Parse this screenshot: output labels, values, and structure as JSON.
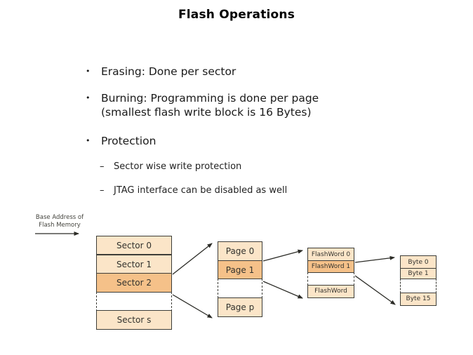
{
  "title": "Flash Operations",
  "glyphs": {
    "bullet": "•",
    "dash": "–"
  },
  "bullets": [
    {
      "level": 1,
      "lines": [
        "Erasing: Done per sector"
      ]
    },
    {
      "level": 1,
      "lines": [
        "Burning: Programming is done per page",
        "(smallest flash write block is 16 Bytes)"
      ]
    },
    {
      "level": 1,
      "lines": [
        "Protection"
      ]
    },
    {
      "level": 2,
      "lines": [
        "Sector wise write protection"
      ]
    },
    {
      "level": 2,
      "lines": [
        "JTAG interface can be disabled as well"
      ]
    }
  ],
  "diagram": {
    "base_address_label_line1": "Base Address of",
    "base_address_label_line2": "Flash Memory",
    "colors": {
      "cell_light": "#fbe5c8",
      "cell_highlight": "#f5c189",
      "cell_gap": "#ffffff",
      "border": "#3d3d38",
      "arrow": "#2b2b26"
    },
    "stacks": {
      "sectors": {
        "cells": [
          {
            "label": "Sector 0",
            "type": "light"
          },
          {
            "label": "Sector 1",
            "type": "light"
          },
          {
            "label": "Sector 2",
            "type": "highlight"
          },
          {
            "label": "",
            "type": "gap"
          },
          {
            "label": "Sector s",
            "type": "light"
          }
        ]
      },
      "pages": {
        "cells": [
          {
            "label": "Page 0",
            "type": "light"
          },
          {
            "label": "Page 1",
            "type": "highlight"
          },
          {
            "label": "",
            "type": "gap"
          },
          {
            "label": "Page p",
            "type": "light"
          }
        ]
      },
      "flashwords": {
        "cells": [
          {
            "label": "FlashWord 0",
            "type": "light"
          },
          {
            "label": "FlashWord 1",
            "type": "highlight"
          },
          {
            "label": "",
            "type": "gap"
          },
          {
            "label": "FlashWord",
            "type": "light"
          }
        ]
      },
      "bytes": {
        "cells": [
          {
            "label": "Byte 0",
            "type": "light"
          },
          {
            "label": "Byte 1",
            "type": "light"
          },
          {
            "label": "",
            "type": "gap"
          },
          {
            "label": "Byte 15",
            "type": "light"
          }
        ]
      }
    }
  }
}
